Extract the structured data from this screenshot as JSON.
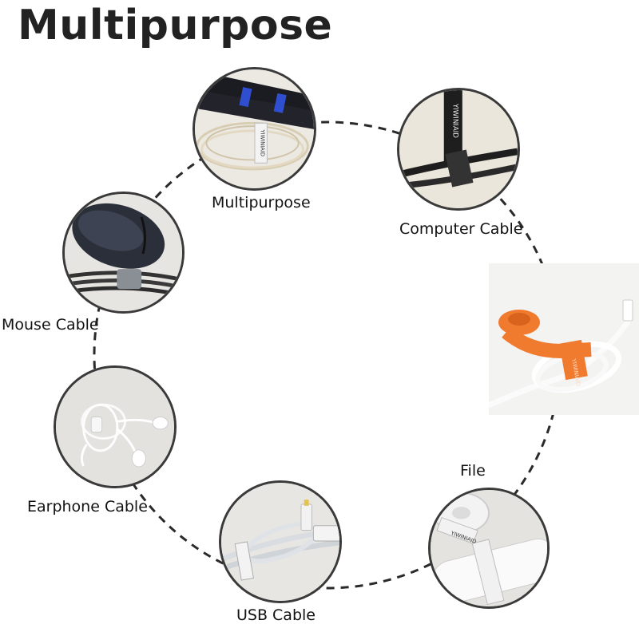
{
  "title": "Multipurpose",
  "items": [
    {
      "label": "Multipurpose",
      "icon": "hoses-bundle-icon"
    },
    {
      "label": "Computer Cable",
      "icon": "computer-cable-icon"
    },
    {
      "label": "Mouse Cable",
      "icon": "mouse-icon"
    },
    {
      "label": "Earphone Cable",
      "icon": "earphone-icon"
    },
    {
      "label": "USB Cable",
      "icon": "usb-cable-icon"
    },
    {
      "label": "File",
      "icon": "file-roll-icon"
    }
  ],
  "strap_brand": "YIWINIAID",
  "colors": {
    "ring": "#2a2a2a",
    "strap_orange": "#f07a2e",
    "strap_black": "#1e1e1e",
    "cable_white": "#f6f6f6"
  }
}
